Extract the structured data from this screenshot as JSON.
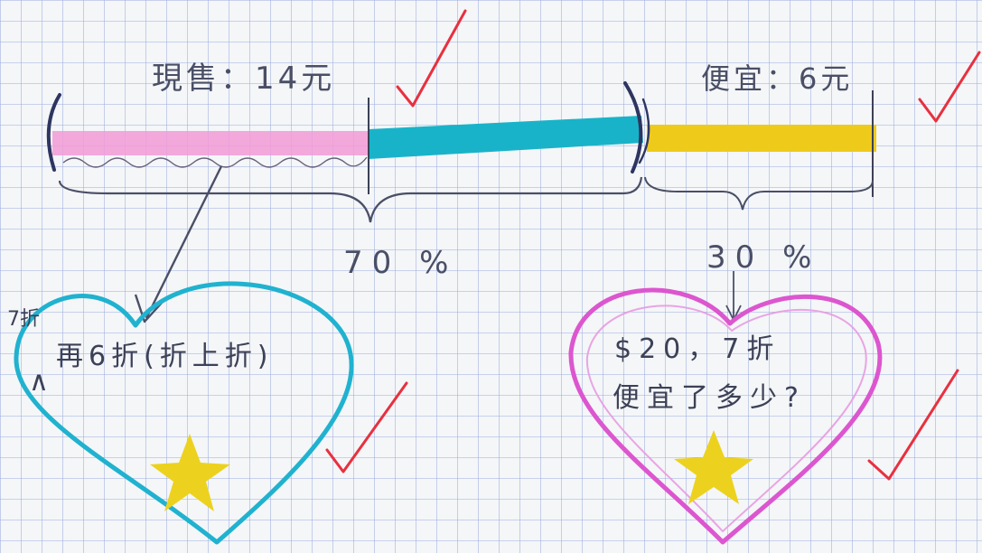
{
  "top": {
    "current_price_label": "現售：14元",
    "discount_label": "便宜：6元",
    "pct_left": "70 %",
    "pct_right": "30 %"
  },
  "bottom_left": {
    "side_note_top": "7折",
    "side_note_symbol": "∧",
    "heart_text": "再6折(折上折)"
  },
  "bottom_right": {
    "line1": "$20，7折",
    "line2": "便宜了多少?"
  },
  "colors": {
    "grid": "#7d93d6",
    "pink": "#f29ad6",
    "cyan": "#19b3c9",
    "yellow": "#eecb1b",
    "red": "#e8303f",
    "heart_left": "#20b2cf",
    "heart_right": "#dc56cf",
    "star": "#ecd21e",
    "ink": "#4a4f66"
  },
  "icons": [
    "checkmark-icon",
    "star-icon",
    "heart-icon",
    "arrow-icon"
  ]
}
